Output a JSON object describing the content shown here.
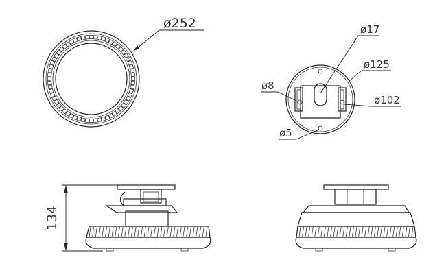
{
  "views": {
    "top_view": {
      "diameter_label": "ø252",
      "led_count": 64
    },
    "bracket_view": {
      "labels": {
        "d17": "ø17",
        "d125": "ø125",
        "d8": "ø8",
        "d102": "ø102",
        "d5": "ø5"
      }
    },
    "side_view": {
      "height_label": "134",
      "fin_count": 36
    },
    "front_view": {
      "fin_count": 36
    }
  }
}
